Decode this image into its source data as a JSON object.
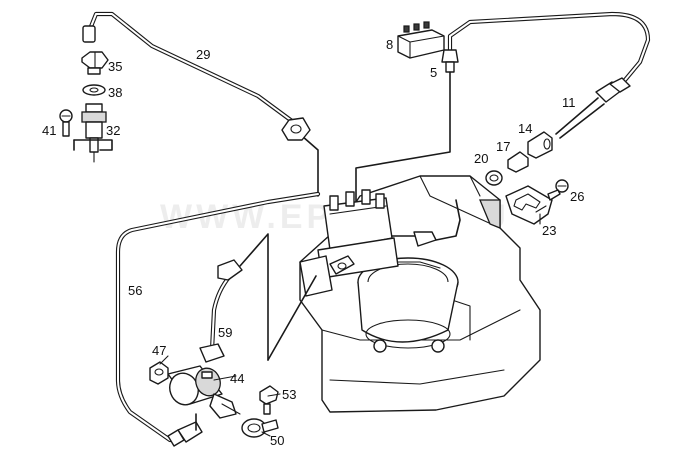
{
  "diagram": {
    "callouts": {
      "c29": "29",
      "c35": "35",
      "c38": "38",
      "c41": "41",
      "c32": "32",
      "c8": "8",
      "c5": "5",
      "c11": "11",
      "c14": "14",
      "c17": "17",
      "c20": "20",
      "c26": "26",
      "c23": "23",
      "c56": "56",
      "c59": "59",
      "c47": "47",
      "c44": "44",
      "c53": "53",
      "c50": "50"
    },
    "watermark": "WWW.EPARTS.RU",
    "colors": {
      "ink": "#1a1a1a",
      "background": "#ffffff",
      "shade": "#d9d9d9"
    }
  }
}
